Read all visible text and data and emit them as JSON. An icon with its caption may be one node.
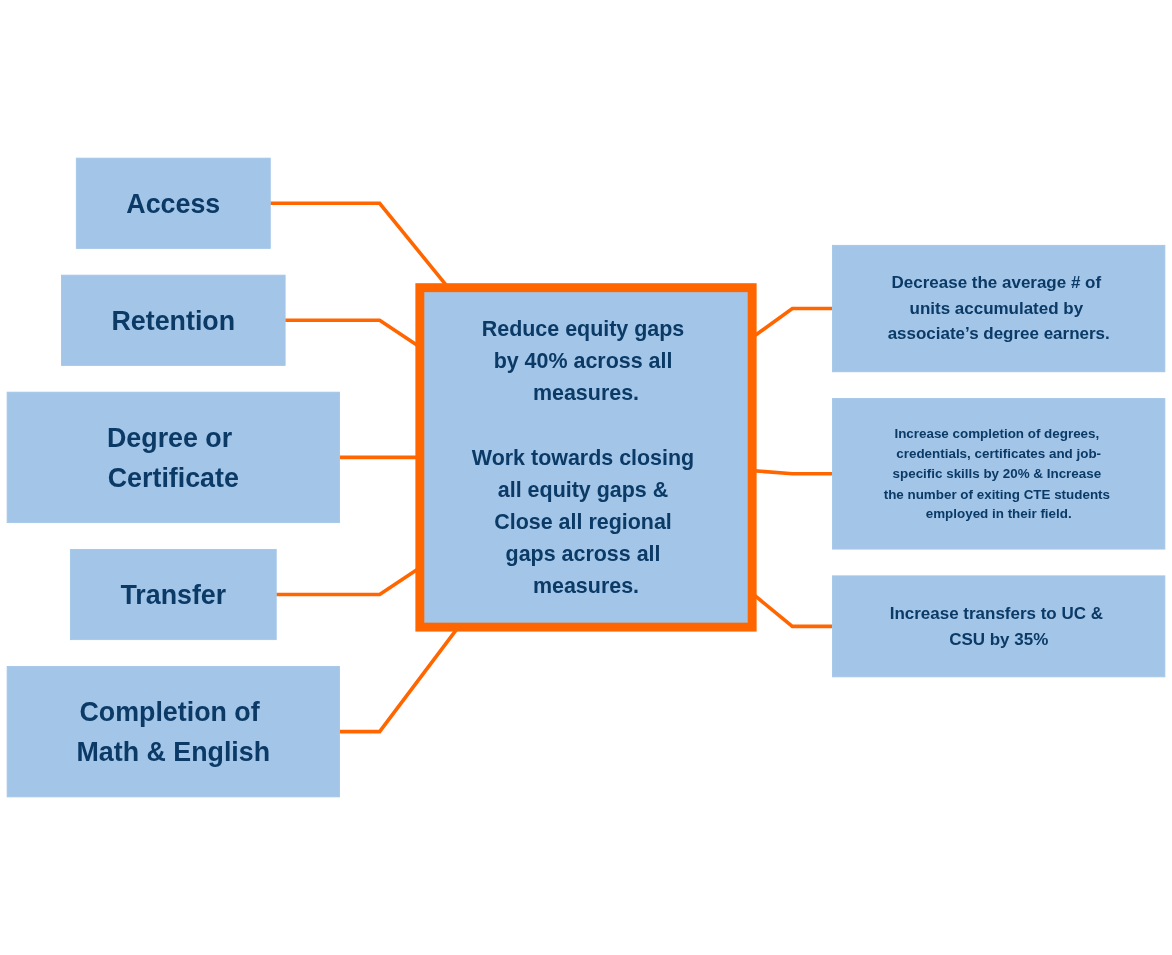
{
  "diagram": {
    "nodes": [
      {
        "text": [
          "Access"
        ]
      },
      {
        "text": [
          "Retention"
        ]
      },
      {
        "text": [
          "Degree or Certificate"
        ]
      },
      {
        "text": [
          "Transfer"
        ]
      },
      {
        "text": [
          "Completion of Math & English"
        ]
      },
      {
        "text": [
          "Reduce equity gaps by 40% across all measures.",
          "Work towards closing all equity gaps & Close all regional gaps across all measures."
        ]
      },
      {
        "text": [
          "Decrease the average # of units accumulated by associate’s degree earners."
        ]
      },
      {
        "text": [
          "Increase completion of degrees, credentials, certificates and job-specific skills by 20% & Increase the number of exiting CTE students employed in their field."
        ]
      },
      {
        "text": [
          "Increase transfers to UC & CSU by 35%"
        ]
      }
    ],
    "edges": [
      {
        "from": 0,
        "to": 5,
        "arrow": "none"
      },
      {
        "from": 1,
        "to": 5,
        "arrow": "none"
      },
      {
        "from": 2,
        "to": 5,
        "arrow": "none"
      },
      {
        "from": 3,
        "to": 5,
        "arrow": "none"
      },
      {
        "from": 4,
        "to": 5,
        "arrow": "none"
      },
      {
        "from": 5,
        "to": 6,
        "arrow": "none"
      },
      {
        "from": 5,
        "to": 7,
        "arrow": "none"
      },
      {
        "from": 5,
        "to": 8,
        "arrow": "none"
      }
    ]
  }
}
